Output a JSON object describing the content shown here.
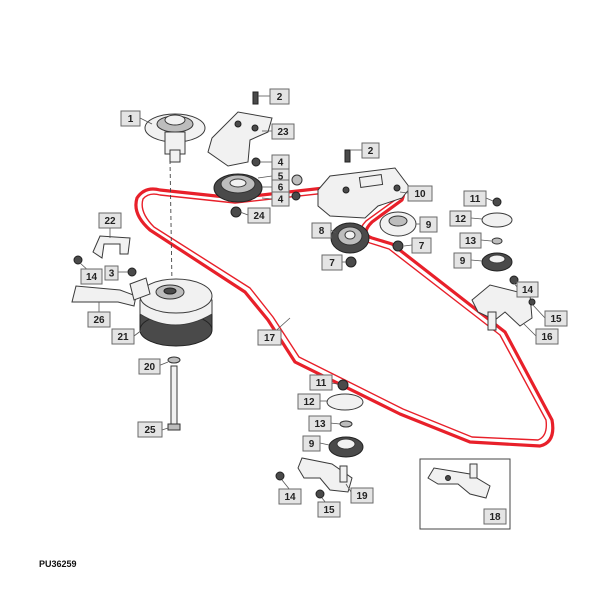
{
  "figure_id": "PU36259",
  "belt_color": "#e8202a",
  "callouts": [
    {
      "id": "c1",
      "label": "1"
    },
    {
      "id": "c2a",
      "label": "2"
    },
    {
      "id": "c23",
      "label": "23"
    },
    {
      "id": "c4a",
      "label": "4"
    },
    {
      "id": "c5",
      "label": "5"
    },
    {
      "id": "c6",
      "label": "6"
    },
    {
      "id": "c4b",
      "label": "4"
    },
    {
      "id": "c24",
      "label": "24"
    },
    {
      "id": "c2b",
      "label": "2"
    },
    {
      "id": "c10",
      "label": "10"
    },
    {
      "id": "c9a",
      "label": "9"
    },
    {
      "id": "c8",
      "label": "8"
    },
    {
      "id": "c7a",
      "label": "7"
    },
    {
      "id": "c7b",
      "label": "7"
    },
    {
      "id": "c11a",
      "label": "11"
    },
    {
      "id": "c12a",
      "label": "12"
    },
    {
      "id": "c13a",
      "label": "13"
    },
    {
      "id": "c9b",
      "label": "9"
    },
    {
      "id": "c14a",
      "label": "14"
    },
    {
      "id": "c15a",
      "label": "15"
    },
    {
      "id": "c16",
      "label": "16"
    },
    {
      "id": "c22",
      "label": "22"
    },
    {
      "id": "c14b",
      "label": "14"
    },
    {
      "id": "c3",
      "label": "3"
    },
    {
      "id": "c26",
      "label": "26"
    },
    {
      "id": "c21",
      "label": "21"
    },
    {
      "id": "c17",
      "label": "17"
    },
    {
      "id": "c20",
      "label": "20"
    },
    {
      "id": "c25",
      "label": "25"
    },
    {
      "id": "c11b",
      "label": "11"
    },
    {
      "id": "c12b",
      "label": "12"
    },
    {
      "id": "c13b",
      "label": "13"
    },
    {
      "id": "c9c",
      "label": "9"
    },
    {
      "id": "c14c",
      "label": "14"
    },
    {
      "id": "c19",
      "label": "19"
    },
    {
      "id": "c15b",
      "label": "15"
    },
    {
      "id": "c18",
      "label": "18"
    }
  ]
}
